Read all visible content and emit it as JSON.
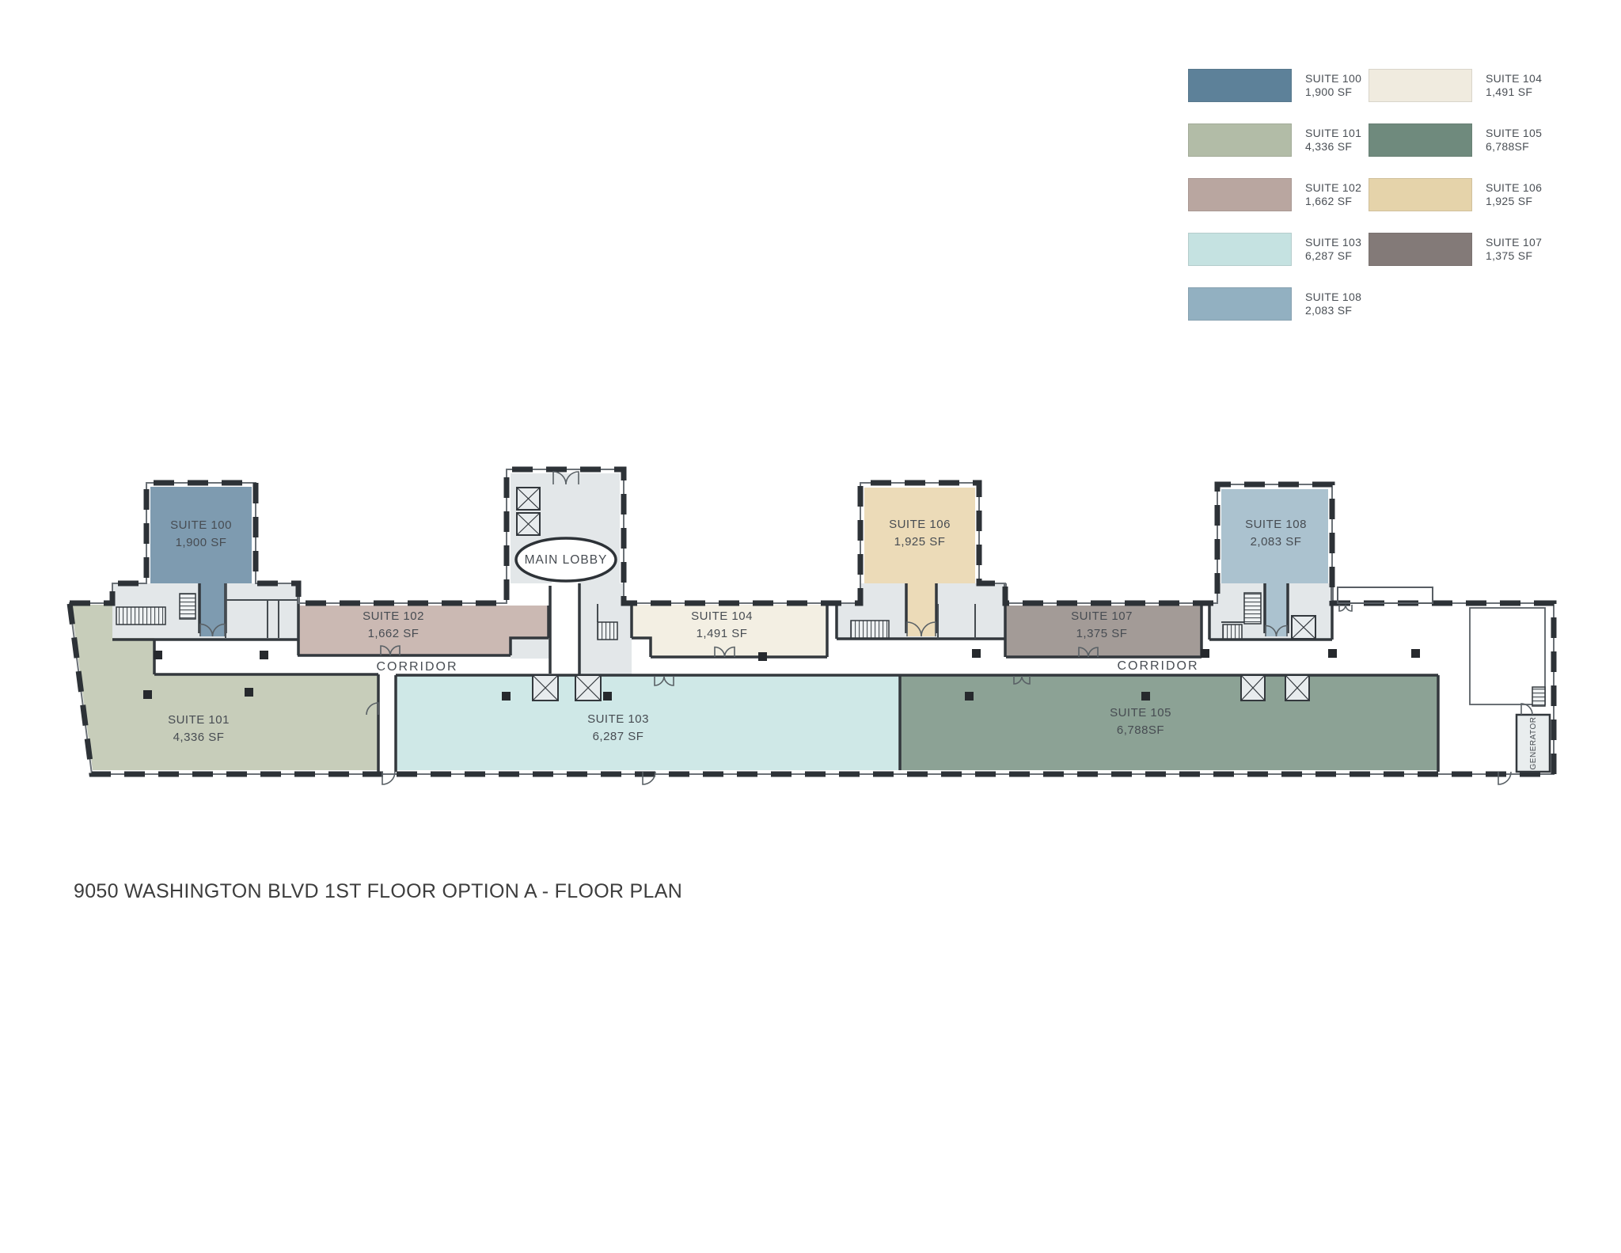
{
  "title": "9050 WASHINGTON BLVD 1ST FLOOR OPTION A - FLOOR PLAN",
  "plan_labels": {
    "main_lobby": "MAIN LOBBY",
    "corridor": "CORRIDOR",
    "generator": "GENERATOR"
  },
  "suites": [
    {
      "name": "SUITE 100",
      "area": "1,900 SF",
      "legend_color": "#5d8199",
      "plan_fill": "#7e9bb0"
    },
    {
      "name": "SUITE 101",
      "area": "4,336 SF",
      "legend_color": "#b2bca7",
      "plan_fill": "#c7cdba"
    },
    {
      "name": "SUITE 102",
      "area": "1,662 SF",
      "legend_color": "#b9a6a0",
      "plan_fill": "#cbb9b3"
    },
    {
      "name": "SUITE 103",
      "area": "6,287 SF",
      "legend_color": "#c5e2e1",
      "plan_fill": "#cfe8e7"
    },
    {
      "name": "SUITE 104",
      "area": "1,491 SF",
      "legend_color": "#f0ebdf",
      "plan_fill": "#f3efe3"
    },
    {
      "name": "SUITE 105",
      "area": "6,788SF",
      "legend_color": "#6f8a7d",
      "plan_fill": "#8ca295"
    },
    {
      "name": "SUITE 106",
      "area": "1,925 SF",
      "legend_color": "#e5d3aa",
      "plan_fill": "#ecdbb8"
    },
    {
      "name": "SUITE 107",
      "area": "1,375 SF",
      "legend_color": "#837a78",
      "plan_fill": "#a39b97"
    },
    {
      "name": "SUITE 108",
      "area": "2,083 SF",
      "legend_color": "#92b0c1",
      "plan_fill": "#abc2cf"
    }
  ]
}
